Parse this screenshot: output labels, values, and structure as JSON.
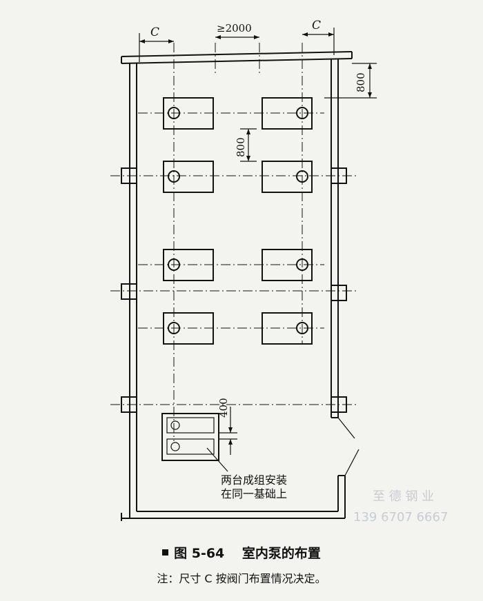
{
  "dimensions": {
    "c_left": "C",
    "min_spacing": "≥2000",
    "c_right": "C",
    "wall_clearance": "800",
    "pump_spacing": "800",
    "foundation_gap": "400"
  },
  "note_on_drawing": {
    "line1": "两台成组安装",
    "line2": "在同一基础上"
  },
  "figure": {
    "title": "图 5-64　 室内泵的布置",
    "note": "注：尺寸 C 按阀门布置情况决定。"
  },
  "watermark": {
    "company": "至 德 钢 业",
    "phone": "139 6707 6667"
  }
}
